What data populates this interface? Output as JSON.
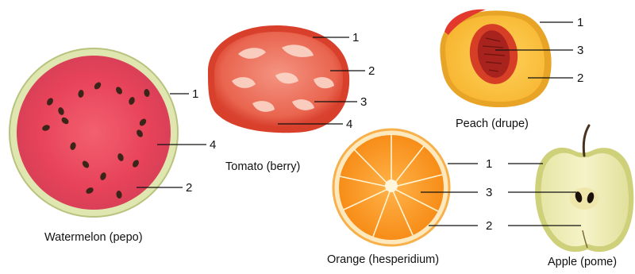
{
  "fruits": {
    "watermelon": {
      "caption": "Watermelon (pepo)",
      "labels": [
        "1",
        "4",
        "2"
      ]
    },
    "tomato": {
      "caption": "Tomato (berry)",
      "labels": [
        "1",
        "2",
        "3",
        "4"
      ]
    },
    "peach": {
      "caption": "Peach (drupe)",
      "labels": [
        "1",
        "3",
        "2"
      ]
    },
    "orange": {
      "caption": "Orange (hesperidium)",
      "labels": [
        "1",
        "3",
        "2"
      ]
    },
    "apple": {
      "caption": "Apple (pome)"
    }
  }
}
